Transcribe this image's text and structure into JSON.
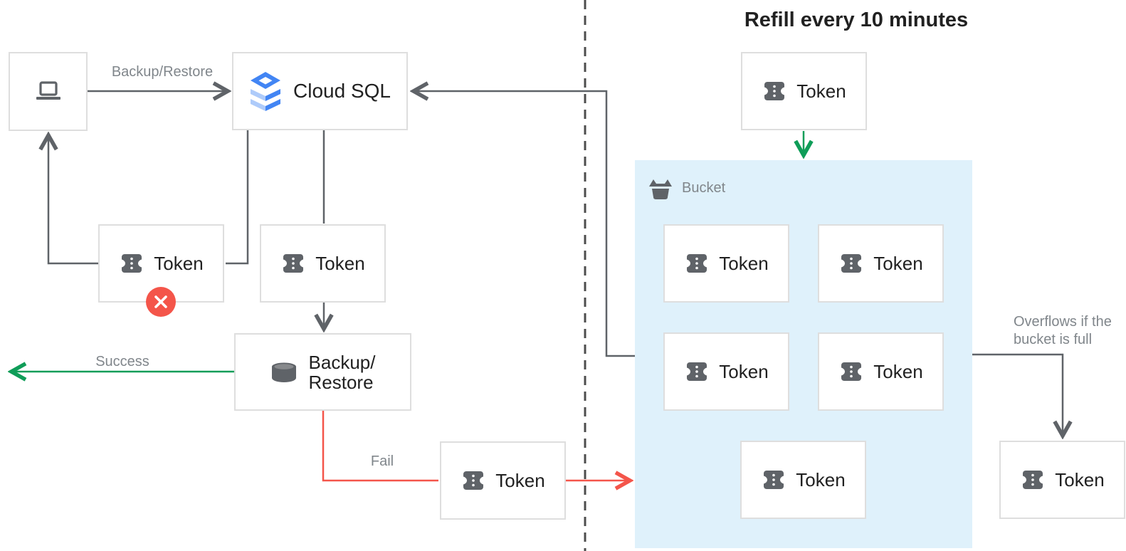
{
  "diagram": {
    "title": "Refill every 10 minutes",
    "labels": {
      "token": "Token",
      "bucket": "Bucket",
      "cloud_sql": "Cloud SQL",
      "backup_line1": "Backup/",
      "backup_line2": "Restore"
    },
    "edges": {
      "backup_restore": "Backup/Restore",
      "success": "Success",
      "fail": "Fail",
      "overflow_line1": "Overflows if the",
      "overflow_line2": "bucket is full"
    }
  },
  "colors": {
    "line": "#5f6368",
    "divider": "#4d4d4d",
    "green": "#0f9d58",
    "red": "#f4554a",
    "bucket-fill": "#dff1fb",
    "box-border": "#dedede",
    "text-dark": "#212121",
    "text-gray": "#80868b",
    "icon-gray": "#5f6368",
    "sql-blue": "#4285f4",
    "sql-blue-light": "#aecbfa"
  }
}
